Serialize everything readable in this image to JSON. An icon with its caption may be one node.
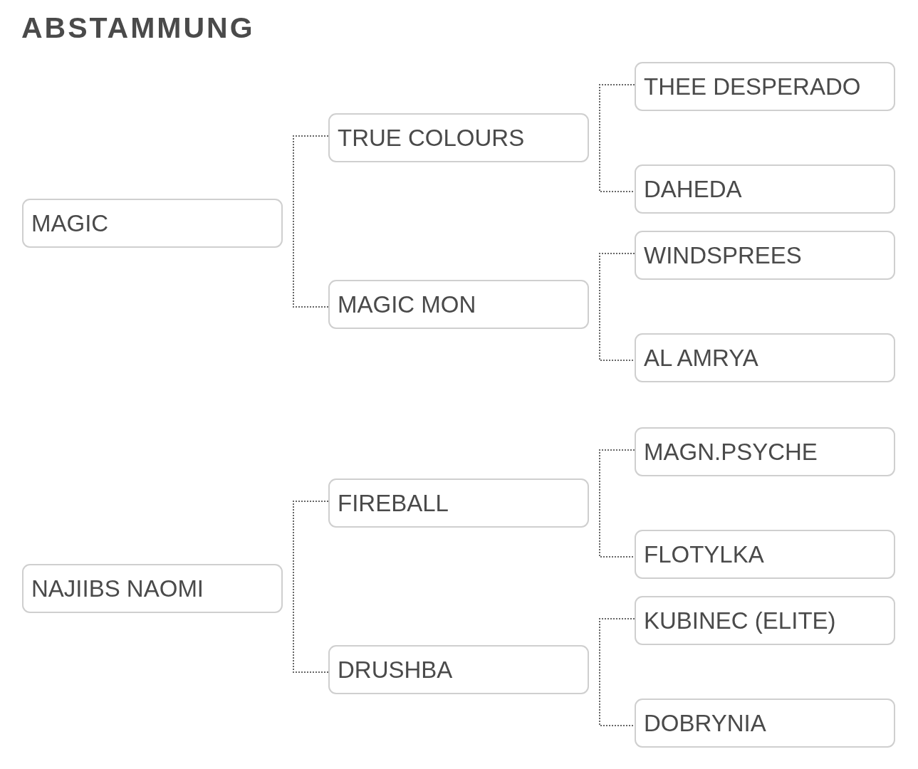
{
  "diagram": {
    "title": "ABSTAMMUNG",
    "nodes": [
      {
        "text": [
          "MAGIC"
        ]
      },
      {
        "text": [
          "TRUE COLOURS"
        ]
      },
      {
        "text": [
          "THEE DESPERADO"
        ]
      },
      {
        "text": [
          "DAHEDA"
        ]
      },
      {
        "text": [
          "MAGIC MON"
        ]
      },
      {
        "text": [
          "WINDSPREES"
        ]
      },
      {
        "text": [
          "AL AMRYA"
        ]
      },
      {
        "text": [
          "NAJIIBS NAOMI"
        ]
      },
      {
        "text": [
          "FIREBALL"
        ]
      },
      {
        "text": [
          "MAGN.PSYCHE"
        ]
      },
      {
        "text": [
          "FLOTYLKA"
        ]
      },
      {
        "text": [
          "DRUSHBA"
        ]
      },
      {
        "text": [
          "KUBINEC (ELITE)"
        ]
      },
      {
        "text": [
          "DOBRYNIA"
        ]
      }
    ],
    "edges": [
      {
        "from": 1,
        "to": 4,
        "arrow": "none"
      },
      {
        "from": 2,
        "to": 3,
        "arrow": "none"
      },
      {
        "from": 5,
        "to": 6,
        "arrow": "none"
      },
      {
        "from": 8,
        "to": 11,
        "arrow": "none"
      },
      {
        "from": 9,
        "to": 10,
        "arrow": "none"
      },
      {
        "from": 12,
        "to": 13,
        "arrow": "none"
      }
    ]
  }
}
